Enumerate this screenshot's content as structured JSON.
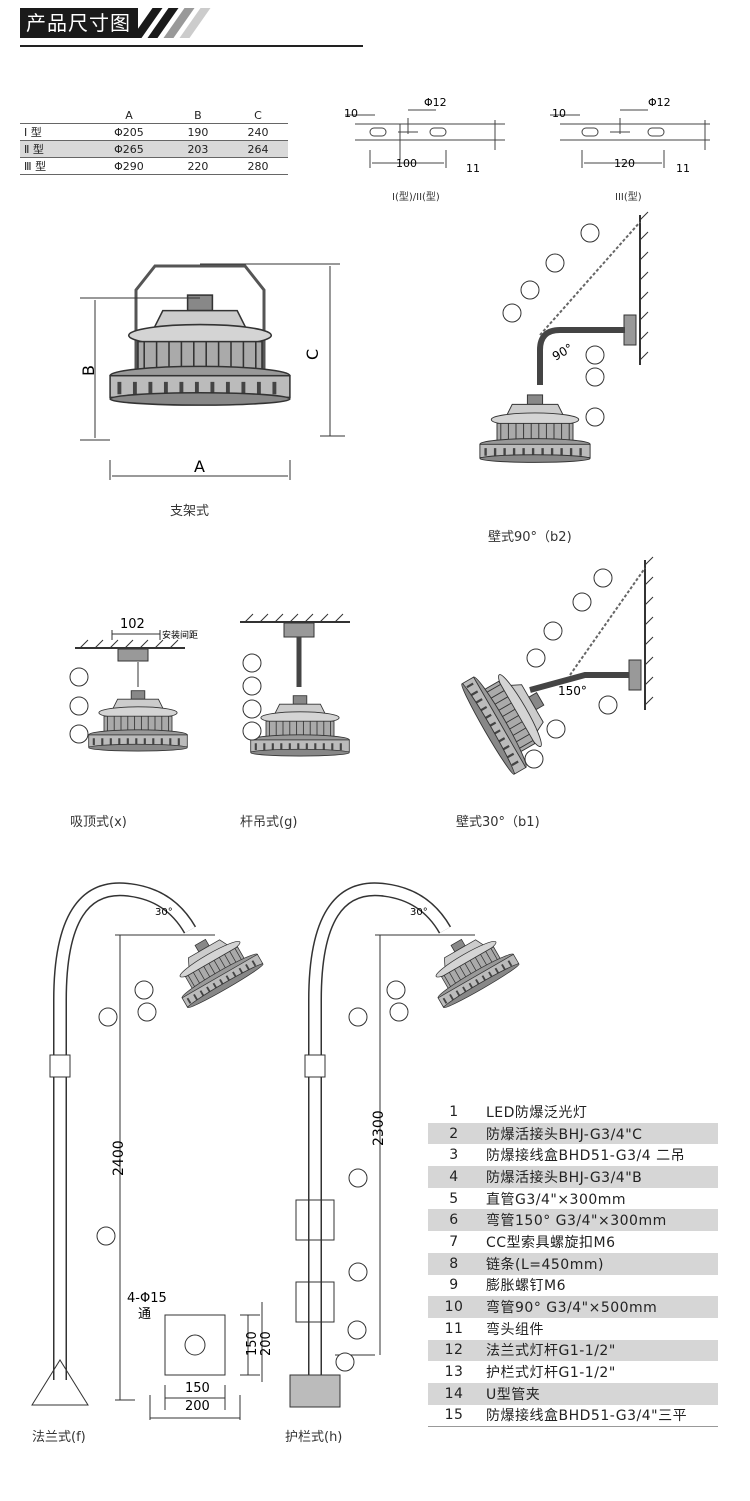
{
  "header": {
    "title": "产品尺寸图"
  },
  "size_table": {
    "columns": [
      "",
      "A",
      "B",
      "C"
    ],
    "rows": [
      {
        "type": "Ⅰ 型",
        "a": "Φ205",
        "b": "190",
        "c": "240"
      },
      {
        "type": "Ⅱ 型",
        "a": "Φ265",
        "b": "203",
        "c": "264"
      },
      {
        "type": "Ⅲ 型",
        "a": "Φ290",
        "b": "220",
        "c": "280"
      }
    ]
  },
  "mount_details": {
    "left": {
      "hole": "Φ12",
      "d1": "10",
      "d2": "100",
      "d3": "11",
      "caption": "I(型)/II(型)"
    },
    "right": {
      "hole": "Φ12",
      "d1": "10",
      "d2": "120",
      "d3": "11",
      "caption": "III(型)"
    }
  },
  "bracket": {
    "a": "A",
    "b": "B",
    "c": "C",
    "caption": "支架式"
  },
  "wall90": {
    "angle": "90°",
    "caption": "壁式90°（b2)"
  },
  "ceiling": {
    "dim": "102",
    "note": "安装间距",
    "caption": "吸顶式(x)"
  },
  "pendant": {
    "caption": "杆吊式(g)"
  },
  "wall30": {
    "angle": "150°",
    "caption": "壁式30°（b1)"
  },
  "flange": {
    "height": "2400",
    "angle": "30°",
    "holes": "4-Φ15",
    "through": "通",
    "w1": "150",
    "w2": "200",
    "h1": "150",
    "h2": "200",
    "caption": "法兰式(f)"
  },
  "guardrail": {
    "height": "2300",
    "angle": "30°",
    "caption": "护栏式(h)"
  },
  "parts": [
    {
      "num": "1",
      "name": "LED防爆泛光灯"
    },
    {
      "num": "2",
      "name": "防爆活接头BHJ-G3/4\"C"
    },
    {
      "num": "3",
      "name": "防爆接线盒BHD51-G3/4 二吊"
    },
    {
      "num": "4",
      "name": "防爆活接头BHJ-G3/4\"B"
    },
    {
      "num": "5",
      "name": "直管G3/4\"×300mm"
    },
    {
      "num": "6",
      "name": "弯管150° G3/4\"×300mm"
    },
    {
      "num": "7",
      "name": "CC型索具螺旋扣M6"
    },
    {
      "num": "8",
      "name": "链条(L=450mm)"
    },
    {
      "num": "9",
      "name": "膨胀螺钉M6"
    },
    {
      "num": "10",
      "name": "弯管90° G3/4\"×500mm"
    },
    {
      "num": "11",
      "name": "弯头组件"
    },
    {
      "num": "12",
      "name": "法兰式灯杆G1-1/2\""
    },
    {
      "num": "13",
      "name": "护栏式灯杆G1-1/2\""
    },
    {
      "num": "14",
      "name": "U型管夹"
    },
    {
      "num": "15",
      "name": "防爆接线盒BHD51-G3/4\"三平"
    }
  ]
}
